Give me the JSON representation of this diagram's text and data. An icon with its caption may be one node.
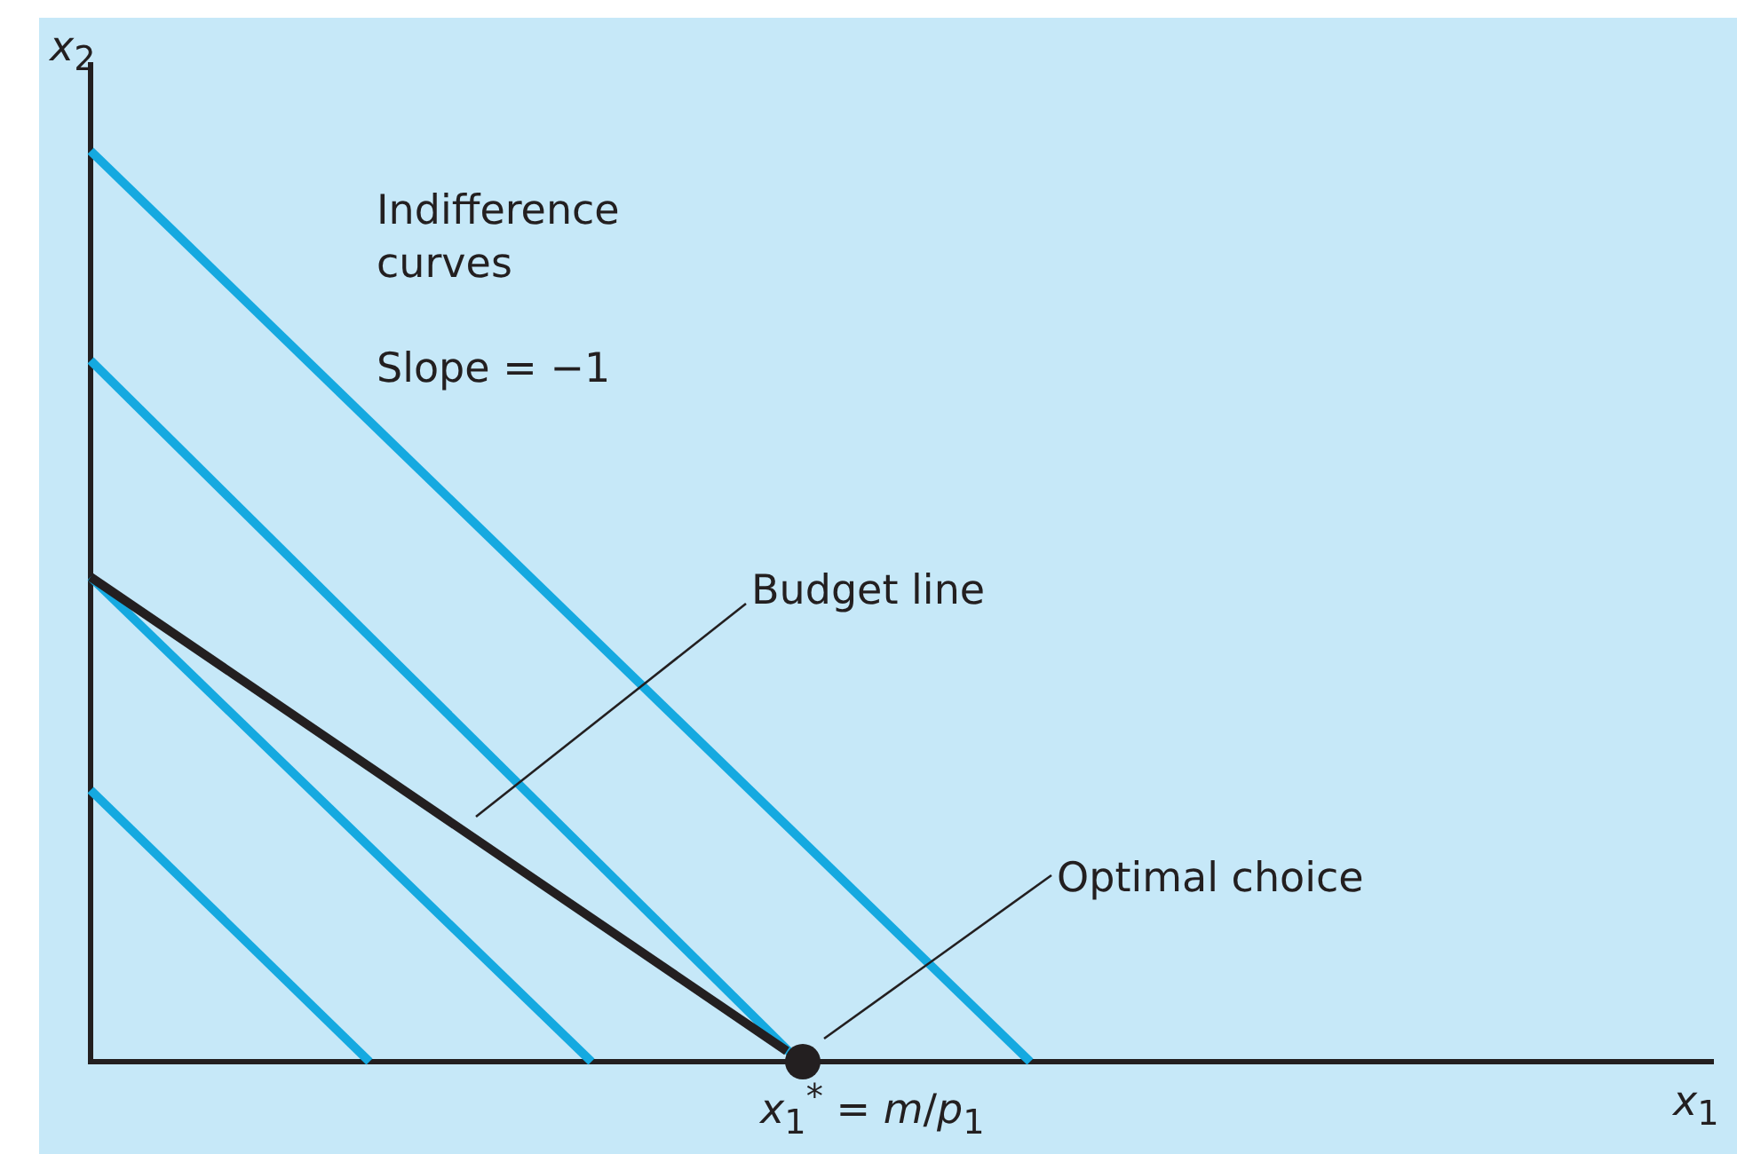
{
  "diagram": {
    "nodes": [
      {
        "text": [
          "Budget line"
        ]
      },
      {
        "text": [],
        "shape": "line"
      },
      {
        "text": [
          "Optimal choice"
        ]
      },
      {
        "text": [],
        "shape": "circle"
      }
    ],
    "edges": [
      {
        "from": 0,
        "to": 1,
        "arrow": "none"
      },
      {
        "from": 2,
        "to": 3,
        "arrow": "none"
      }
    ],
    "labels": [
      "*x*$_{2}$",
      "Indifference curves",
      "Slope = −1",
      "*x*$_{1}$$^{*}$ = *m*/*p*$_{1}$",
      "*x*$_{1}$"
    ]
  }
}
